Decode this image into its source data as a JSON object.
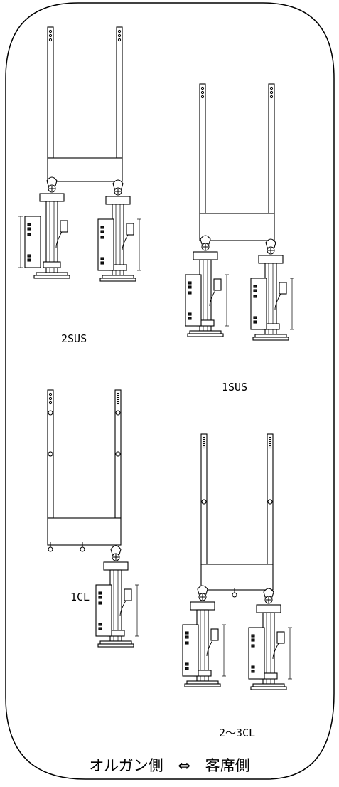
{
  "labels": {
    "two_sus": "2SUS",
    "one_sus": "1SUS",
    "one_cl": "1CL",
    "two_three_cl": "2～3CL"
  },
  "footer": {
    "left": "オルガン側",
    "arrow": "⇔",
    "right": "客席側"
  },
  "colors": {
    "line": "#000000",
    "fill": "#ffffff",
    "dark": "#222222"
  }
}
